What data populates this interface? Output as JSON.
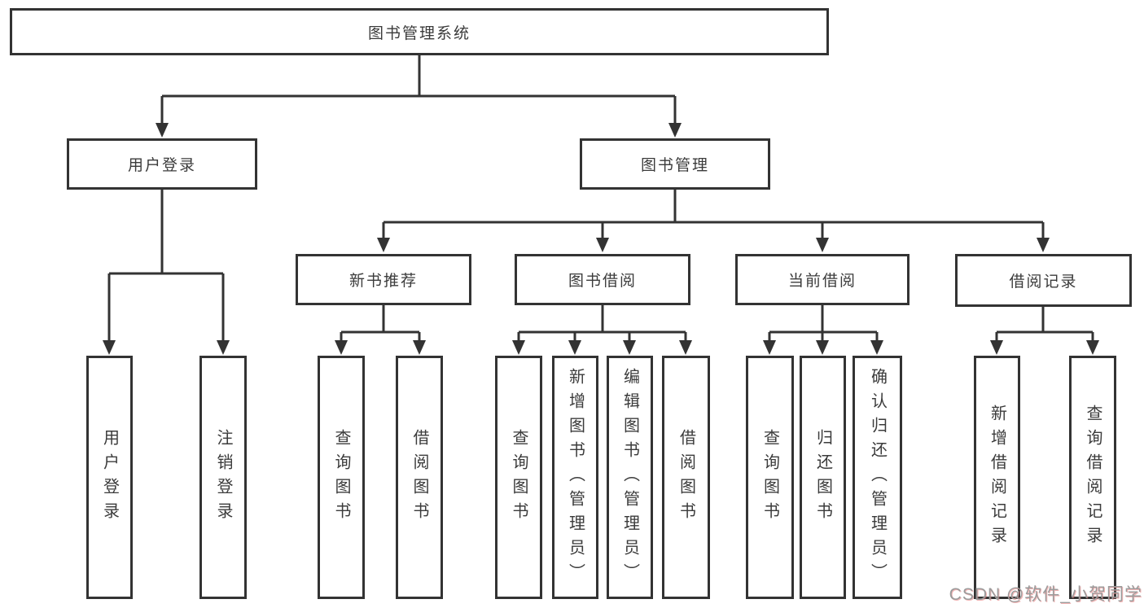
{
  "colors": {
    "line": "#333333",
    "box_border": "#333333",
    "text": "#3b3b3b",
    "background": "#ffffff",
    "watermark": "#9b9b9b"
  },
  "diagram": {
    "root": "图书管理系统",
    "level2": [
      "用户登录",
      "图书管理"
    ],
    "level3": [
      "新书推荐",
      "图书借阅",
      "当前借阅",
      "借阅记录"
    ],
    "leaves": [
      "用户登录",
      "注销登录",
      "查询图书",
      "借阅图书",
      "查询图书",
      "新增图书（管理员）",
      "编辑图书（管理员）",
      "借阅图书",
      "查询图书",
      "归还图书",
      "确认归还（管理员）",
      "新增借阅记录",
      "查询借阅记录"
    ]
  },
  "watermark": "CSDN @软件_小贺同学"
}
